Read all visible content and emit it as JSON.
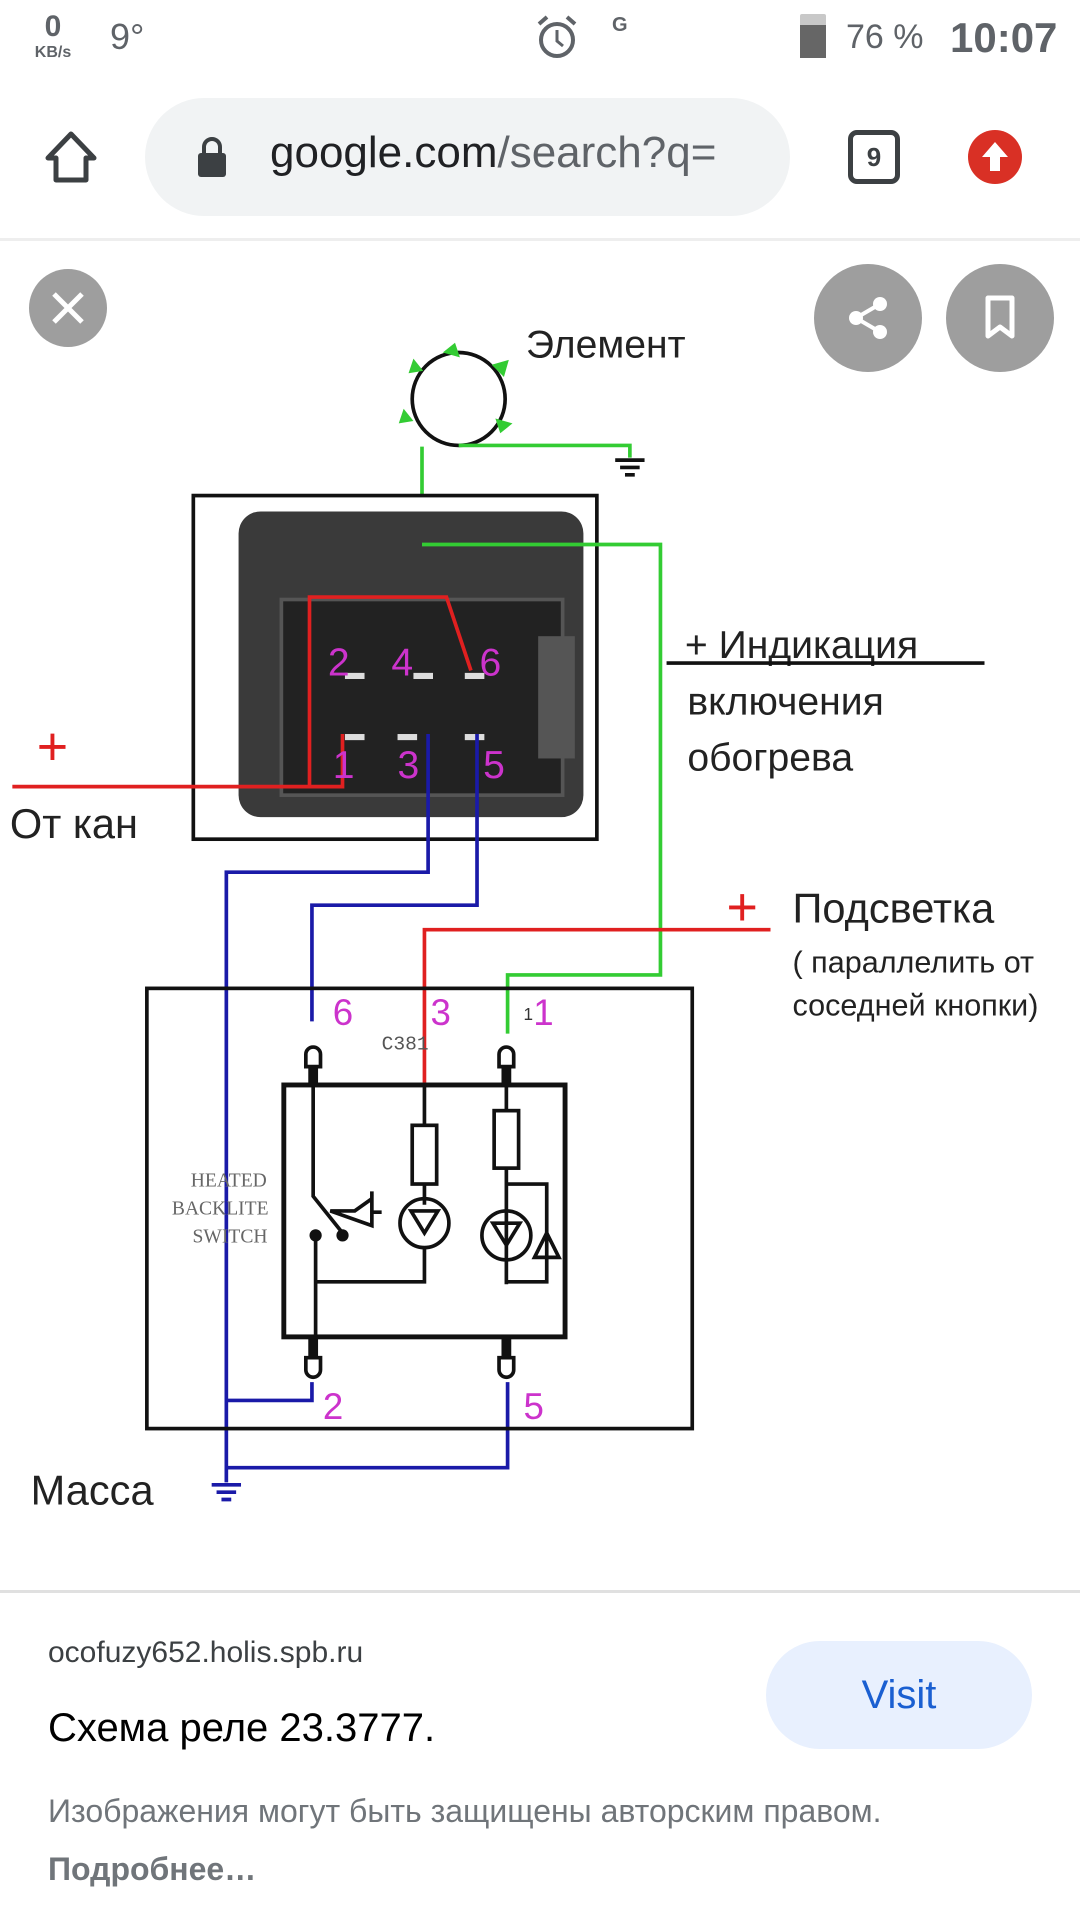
{
  "status": {
    "net_speed": "0",
    "net_unit": "KB/s",
    "temperature": "9°",
    "carrier": "G",
    "battery": "76 %",
    "time": "10:07",
    "battery_level": 0.76
  },
  "browser": {
    "url_domain": "google.com",
    "url_path": "/search?q=",
    "tab_count": "9"
  },
  "diagram": {
    "element": "Элемент",
    "from_kan": "От кан",
    "plus": "+",
    "indication": [
      "+ Индикация",
      "включения",
      "обогрева"
    ],
    "backlight": "Подсветка",
    "backlight_note": [
      "( параллелить от",
      "соседней кнопки)"
    ],
    "ground": "Масса",
    "connector_pins": [
      "2",
      "4",
      "6",
      "1",
      "3",
      "5"
    ],
    "switch_pins": [
      "6",
      "3",
      "1",
      "2",
      "5"
    ],
    "part_code": "C381",
    "small_one": "1",
    "switch_label": [
      "HEATED",
      "BACKLITE",
      "SWITCH"
    ]
  },
  "result": {
    "source": "ocofuzy652.holis.spb.ru",
    "title": "Схема реле 23.3777.",
    "visit": "Visit",
    "notice": "Изображения могут быть защищены авторским правом.",
    "more": "Подробнее…"
  },
  "colors": {
    "red": "#e02020",
    "green": "#33cc33",
    "blue": "#1a1aa8",
    "magenta": "#cc33cc",
    "accent": "#1a5fd1"
  }
}
